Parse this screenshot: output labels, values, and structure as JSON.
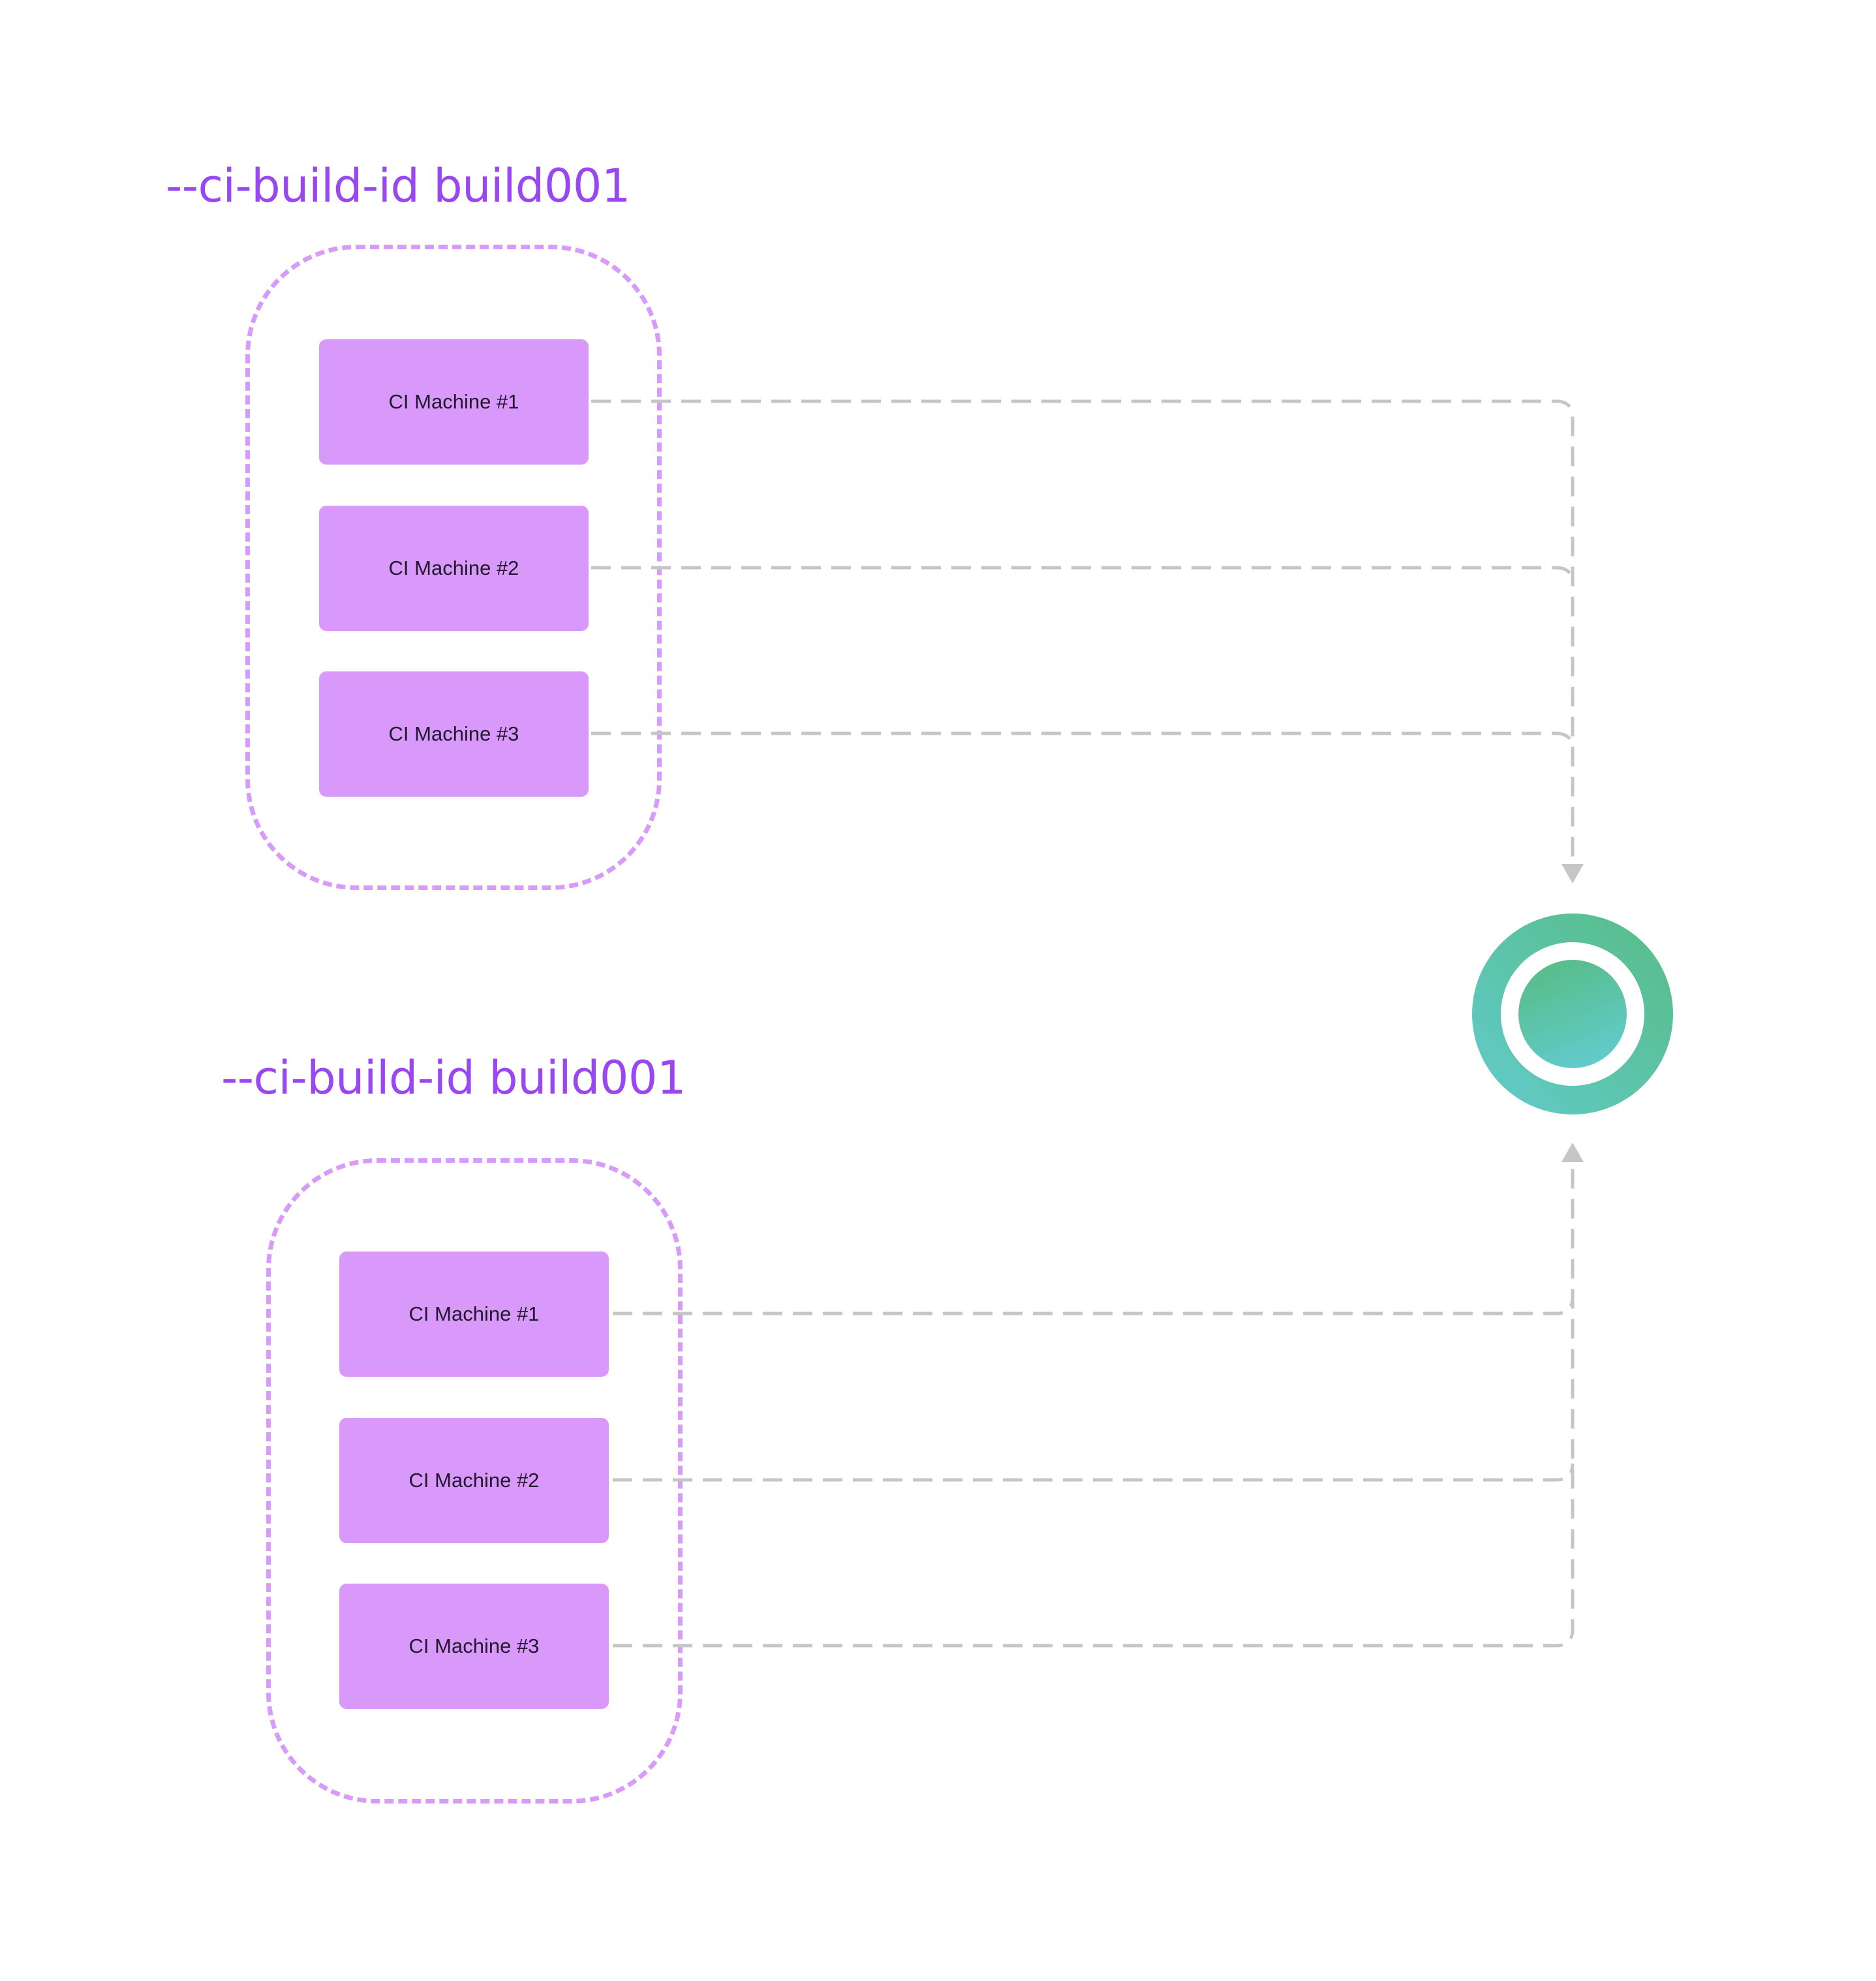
{
  "colors": {
    "title": "#9947f0",
    "machine_fill": "#d899fb",
    "group_border": "#d99bfb",
    "connector": "#c6c6c6",
    "hub_green": "#57bc85",
    "hub_teal": "#62cbcc"
  },
  "groups": [
    {
      "title": "--ci-build-id build001",
      "machines": [
        {
          "label": "CI Machine #1"
        },
        {
          "label": "CI Machine #2"
        },
        {
          "label": "CI Machine #3"
        }
      ]
    },
    {
      "title": "--ci-build-id build001",
      "machines": [
        {
          "label": "CI Machine #1"
        },
        {
          "label": "CI Machine #2"
        },
        {
          "label": "CI Machine #3"
        }
      ]
    }
  ],
  "hub": {
    "icon": "sorry-cypress-hub-icon"
  }
}
